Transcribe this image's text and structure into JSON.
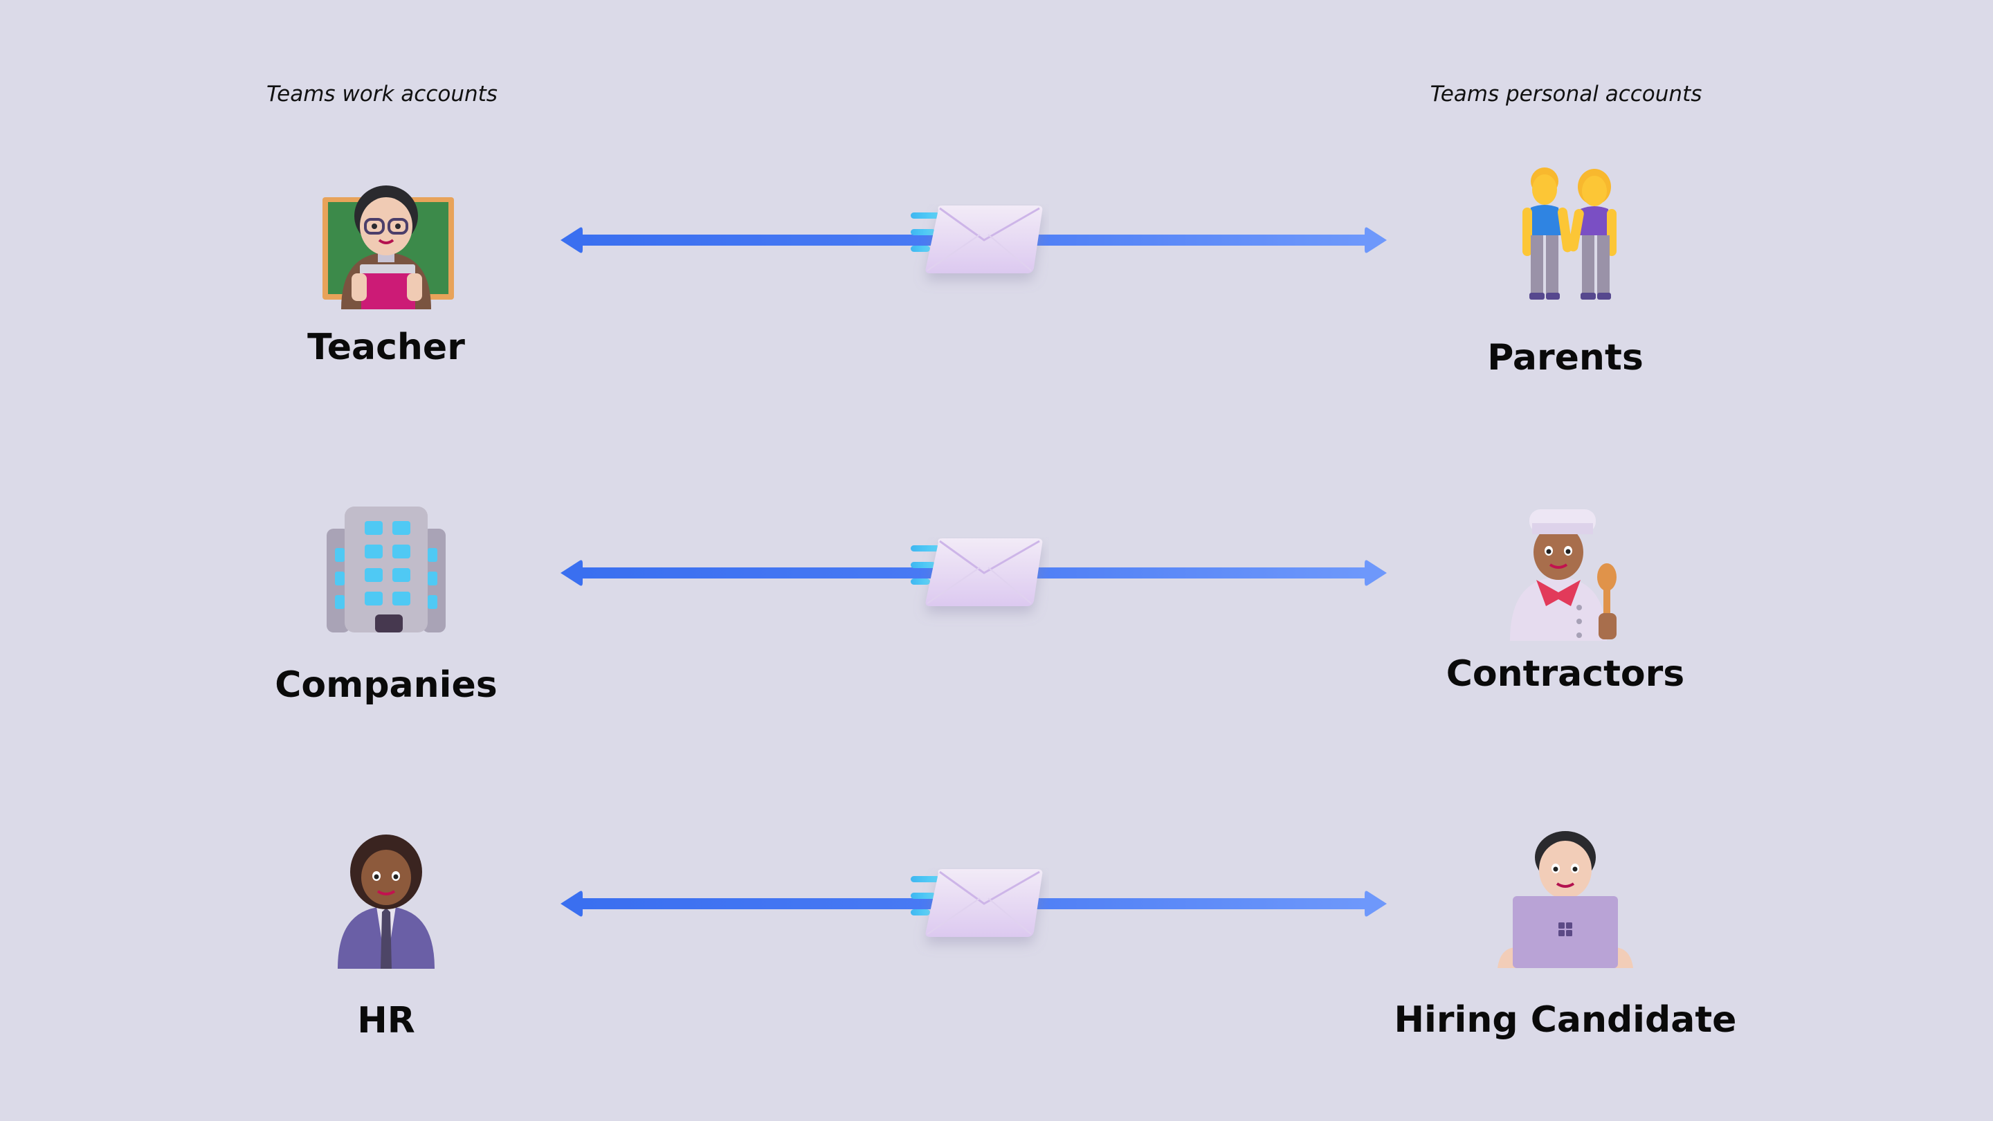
{
  "headings": {
    "left": "Teams work accounts",
    "right": "Teams personal accounts"
  },
  "colors": {
    "background": "#dbdae8",
    "arrow_start": "#3a6ff0",
    "arrow_end": "#6e98fb",
    "speed_lines": "#45c8f5",
    "envelope": "#ede3f6"
  },
  "rows": [
    {
      "left": {
        "label": "Teacher",
        "icon": "teacher-icon"
      },
      "right": {
        "label": "Parents",
        "icon": "couple-holding-hands-icon"
      },
      "connector": {
        "icon": "envelope-icon",
        "direction": "bidirectional"
      }
    },
    {
      "left": {
        "label": "Companies",
        "icon": "office-building-icon"
      },
      "right": {
        "label": "Contractors",
        "icon": "cook-icon"
      },
      "connector": {
        "icon": "envelope-icon",
        "direction": "bidirectional"
      }
    },
    {
      "left": {
        "label": "HR",
        "icon": "office-worker-icon"
      },
      "right": {
        "label": "Hiring Candidate",
        "icon": "technologist-icon"
      },
      "connector": {
        "icon": "envelope-icon",
        "direction": "bidirectional"
      }
    }
  ]
}
